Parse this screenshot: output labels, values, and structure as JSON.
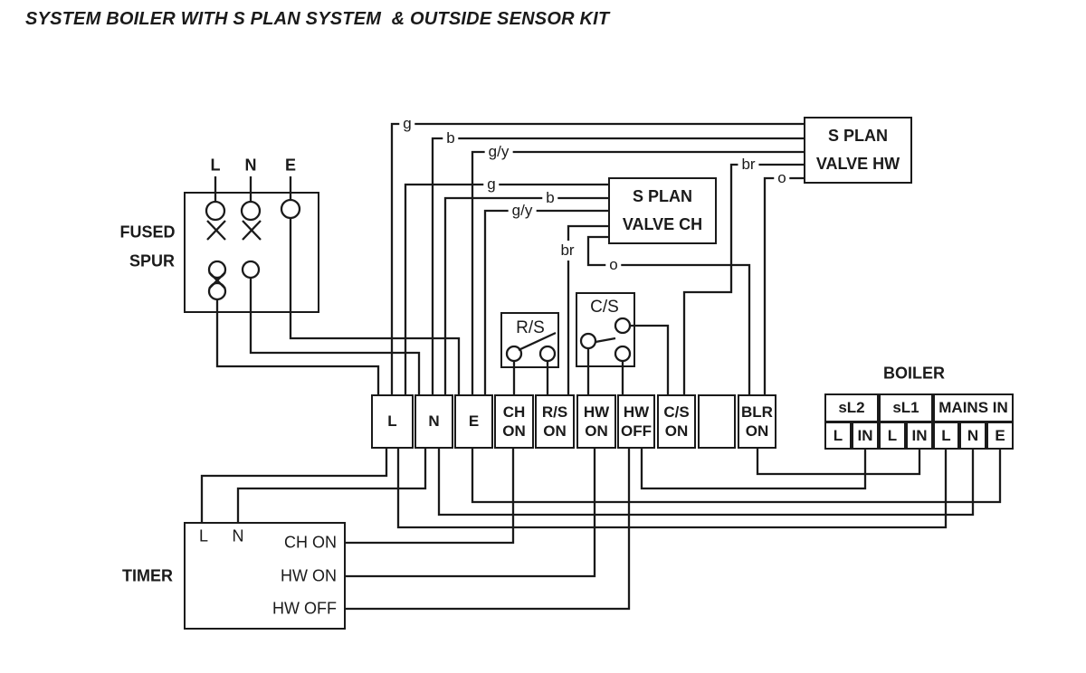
{
  "title": "SYSTEM BOILER WITH S PLAN SYSTEM  & OUTSIDE SENSOR KIT",
  "fused_spur": {
    "label1": "FUSED",
    "label2": "SPUR",
    "l": "L",
    "n": "N",
    "e": "E"
  },
  "valve_hw": {
    "line1": "S PLAN",
    "line2": "VALVE HW"
  },
  "valve_ch": {
    "line1": "S PLAN",
    "line2": "VALVE CH"
  },
  "room_stat": "R/S",
  "cyl_stat": "C/S",
  "wires": {
    "hw_g": "g",
    "hw_b": "b",
    "hw_gy": "g/y",
    "hw_br": "br",
    "hw_o": "o",
    "ch_g": "g",
    "ch_b": "b",
    "ch_gy": "g/y",
    "ch_br": "br",
    "ch_o": "o"
  },
  "strip": {
    "cells": [
      {
        "l1": "L",
        "l2": ""
      },
      {
        "l1": "N",
        "l2": ""
      },
      {
        "l1": "E",
        "l2": ""
      },
      {
        "l1": "CH",
        "l2": "ON"
      },
      {
        "l1": "R/S",
        "l2": "ON"
      },
      {
        "l1": "HW",
        "l2": "ON"
      },
      {
        "l1": "HW",
        "l2": "OFF"
      },
      {
        "l1": "C/S",
        "l2": "ON"
      },
      {
        "l1": "",
        "l2": ""
      },
      {
        "l1": "BLR",
        "l2": "ON"
      }
    ]
  },
  "boiler": {
    "title": "BOILER",
    "top": [
      "sL2",
      "sL1",
      "MAINS IN"
    ],
    "bottom": [
      "L",
      "IN",
      "L",
      "IN",
      "L",
      "N",
      "E"
    ]
  },
  "timer": {
    "label": "TIMER",
    "l": "L",
    "n": "N",
    "out1": "CH ON",
    "out2": "HW ON",
    "out3": "HW OFF"
  }
}
